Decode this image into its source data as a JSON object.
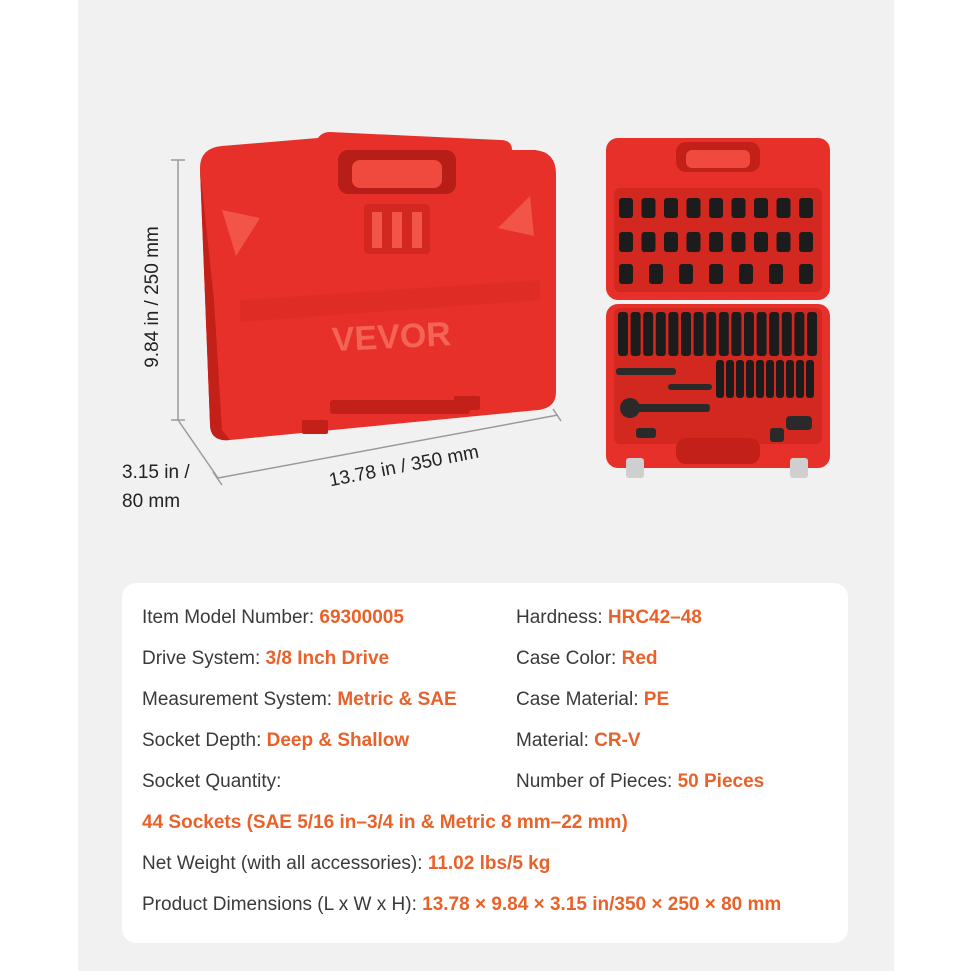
{
  "dimensions": {
    "height": "9.84 in / 250 mm",
    "length": "13.78 in / 350 mm",
    "depth_line1": "3.15 in /",
    "depth_line2": "80 mm"
  },
  "case": {
    "brand": "VEVOR",
    "color": "#e8302a"
  },
  "colors": {
    "accent": "#e8622a",
    "label": "#3a3a3a",
    "background_panel": "#f1f1f1"
  },
  "specs": {
    "model_label": "Item Model Number: ",
    "model_value": "69300005",
    "hardness_label": "Hardness: ",
    "hardness_value": "HRC42–48",
    "drive_label": "Drive System: ",
    "drive_value": "3/8 Inch Drive",
    "case_color_label": "Case Color: ",
    "case_color_value": "Red",
    "measurement_label": "Measurement System: ",
    "measurement_value": "Metric & SAE",
    "case_material_label": "Case Material: ",
    "case_material_value": "PE",
    "depth_label": "Socket Depth: ",
    "depth_value": "Deep & Shallow",
    "material_label": "Material: ",
    "material_value": "CR-V",
    "quantity_label": "Socket Quantity:",
    "pieces_label": "Number of Pieces: ",
    "pieces_value": "50 Pieces",
    "sockets_value": "44 Sockets (SAE 5/16 in–3/4 in & Metric 8 mm–22 mm)",
    "weight_label": "Net Weight (with all accessories): ",
    "weight_value": "11.02 lbs/5 kg",
    "product_dims_label": "Product Dimensions (L x W x H): ",
    "product_dims_value": "13.78 × 9.84 × 3.15 in/350 × 250 × 80 mm"
  }
}
